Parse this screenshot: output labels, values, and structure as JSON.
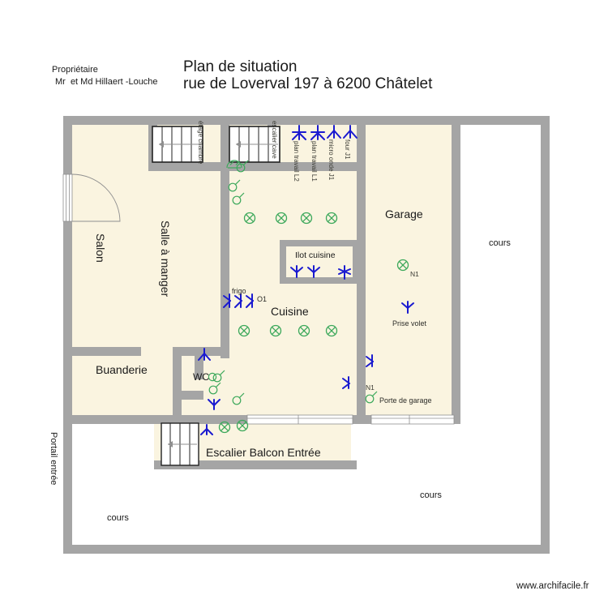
{
  "header": {
    "owner_label": "Propriétaire",
    "owner_names": "Mr  et Md Hillaert -Louche",
    "title_line1": "Plan de situation",
    "title_line2": "rue de Loverval 197 à 6200 Châtelet"
  },
  "footer": {
    "watermark": "www.archifacile.fr"
  },
  "rooms": [
    {
      "name": "Salon",
      "orientation": "vertical"
    },
    {
      "name": "Salle à manger",
      "orientation": "vertical"
    },
    {
      "name": "Cuisine",
      "orientation": "horizontal"
    },
    {
      "name": "Garage",
      "orientation": "horizontal"
    },
    {
      "name": "Buanderie",
      "orientation": "horizontal"
    },
    {
      "name": "WC",
      "orientation": "horizontal"
    },
    {
      "name": "Ilot cuisine",
      "orientation": "horizontal"
    },
    {
      "name": "Escalier Balcon Entrée",
      "orientation": "horizontal"
    }
  ],
  "exterior_labels": [
    {
      "text": "cours",
      "orientation": "horizontal"
    },
    {
      "text": "cours",
      "orientation": "horizontal"
    },
    {
      "text": "cours",
      "orientation": "horizontal"
    },
    {
      "text": "Portail entrée",
      "orientation": "vertical"
    }
  ],
  "stair_labels": [
    {
      "text": "étage chambre",
      "orientation": "vertical"
    },
    {
      "text": "escalier cave",
      "orientation": "vertical"
    }
  ],
  "outlet_labels": [
    {
      "text": "plan travail L2",
      "orientation": "vertical"
    },
    {
      "text": "plan travail L1",
      "orientation": "vertical"
    },
    {
      "text": "micro onde J1",
      "orientation": "vertical"
    },
    {
      "text": "four J1",
      "orientation": "vertical"
    }
  ],
  "annotations": [
    {
      "text": "frigo"
    },
    {
      "text": "O1"
    },
    {
      "text": "N1"
    },
    {
      "text": "N1"
    },
    {
      "text": "Prise volet"
    },
    {
      "text": "Porte de garage"
    }
  ],
  "colors": {
    "wall": "#a5a5a5",
    "floor": "#faf4e0",
    "outlet_blue": "#1a1ad0",
    "fixture_green": "#3ba85a",
    "text": "#1a1a1a",
    "background": "#ffffff"
  }
}
